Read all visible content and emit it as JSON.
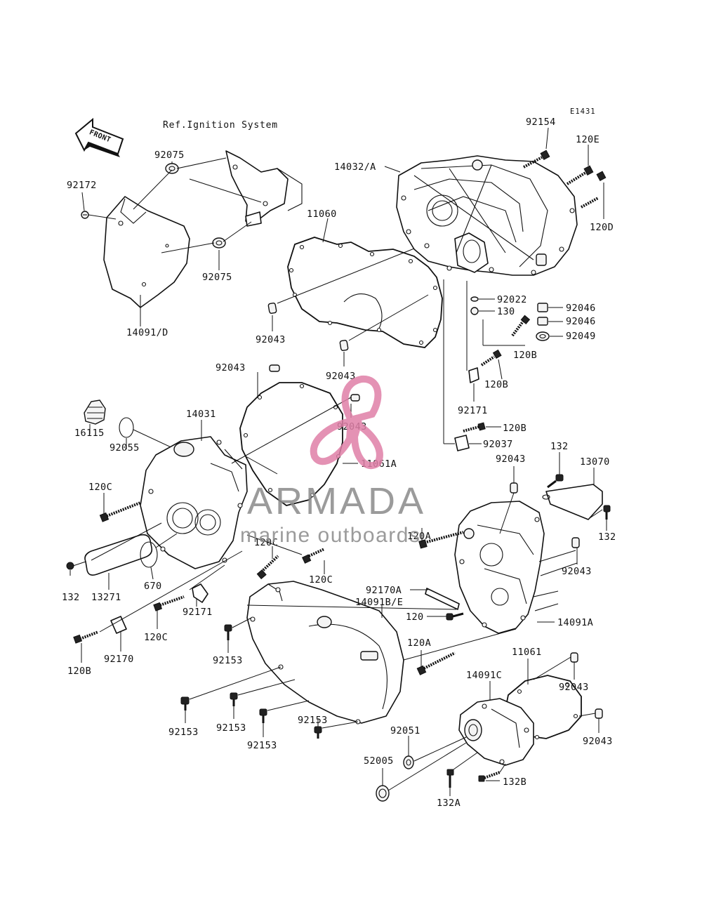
{
  "diagram": {
    "code": "E1431",
    "reference": "Ref.Ignition System",
    "front_label": "FRONT",
    "labels": [
      {
        "id": "p92154",
        "text": "92154"
      },
      {
        "id": "p120E",
        "text": "120E"
      },
      {
        "id": "p120D",
        "text": "120D"
      },
      {
        "id": "p14032A",
        "text": "14032/A"
      },
      {
        "id": "p11060",
        "text": "11060"
      },
      {
        "id": "p92075a",
        "text": "92075"
      },
      {
        "id": "p92075b",
        "text": "92075"
      },
      {
        "id": "p92172",
        "text": "92172"
      },
      {
        "id": "p14091D",
        "text": "14091/D"
      },
      {
        "id": "p92043a",
        "text": "92043"
      },
      {
        "id": "p92022",
        "text": "92022"
      },
      {
        "id": "p130",
        "text": "130"
      },
      {
        "id": "p92046a",
        "text": "92046"
      },
      {
        "id": "p92046b",
        "text": "92046"
      },
      {
        "id": "p92049",
        "text": "92049"
      },
      {
        "id": "p120Ba",
        "text": "120B"
      },
      {
        "id": "p120Bb",
        "text": "120B"
      },
      {
        "id": "p92043b",
        "text": "92043"
      },
      {
        "id": "p92043c",
        "text": "92043"
      },
      {
        "id": "p92043d",
        "text": "92043"
      },
      {
        "id": "p92171a",
        "text": "92171"
      },
      {
        "id": "p120Bc",
        "text": "120B"
      },
      {
        "id": "p92037",
        "text": "92037"
      },
      {
        "id": "p14031",
        "text": "14031"
      },
      {
        "id": "p16115",
        "text": "16115"
      },
      {
        "id": "p92055",
        "text": "92055"
      },
      {
        "id": "p11061A",
        "text": "11061A"
      },
      {
        "id": "p132a",
        "text": "132"
      },
      {
        "id": "p13070",
        "text": "13070"
      },
      {
        "id": "p92043e",
        "text": "92043"
      },
      {
        "id": "p120Ca",
        "text": "120C"
      },
      {
        "id": "p120A",
        "text": "120A"
      },
      {
        "id": "p132b",
        "text": "132"
      },
      {
        "id": "p120Cb",
        "text": "120C"
      },
      {
        "id": "p120Cc",
        "text": "120C"
      },
      {
        "id": "p92043f",
        "text": "92043"
      },
      {
        "id": "p132c",
        "text": "132"
      },
      {
        "id": "p13271",
        "text": "13271"
      },
      {
        "id": "p670",
        "text": "670"
      },
      {
        "id": "p92170A",
        "text": "92170A"
      },
      {
        "id": "p14091BE",
        "text": "14091B/E"
      },
      {
        "id": "p120",
        "text": "120"
      },
      {
        "id": "p14091A",
        "text": "14091A"
      },
      {
        "id": "p92171b",
        "text": "92171"
      },
      {
        "id": "p120Cd",
        "text": "120C"
      },
      {
        "id": "p92153a",
        "text": "92153"
      },
      {
        "id": "p120Bd",
        "text": "120B"
      },
      {
        "id": "p92170",
        "text": "92170"
      },
      {
        "id": "p120A2",
        "text": "120A"
      },
      {
        "id": "p11061",
        "text": "11061"
      },
      {
        "id": "p14091C",
        "text": "14091C"
      },
      {
        "id": "p92043g",
        "text": "92043"
      },
      {
        "id": "p92153b",
        "text": "92153"
      },
      {
        "id": "p92153c",
        "text": "92153"
      },
      {
        "id": "p92153d",
        "text": "92153"
      },
      {
        "id": "p92153e",
        "text": "92153"
      },
      {
        "id": "p92051",
        "text": "92051"
      },
      {
        "id": "p92043h",
        "text": "92043"
      },
      {
        "id": "p52005",
        "text": "52005"
      },
      {
        "id": "p132B",
        "text": "132B"
      },
      {
        "id": "p132A",
        "text": "132A"
      }
    ]
  },
  "watermark": {
    "brand": "ARMADA",
    "tagline": "marine outboards",
    "color": "#e080a8"
  }
}
